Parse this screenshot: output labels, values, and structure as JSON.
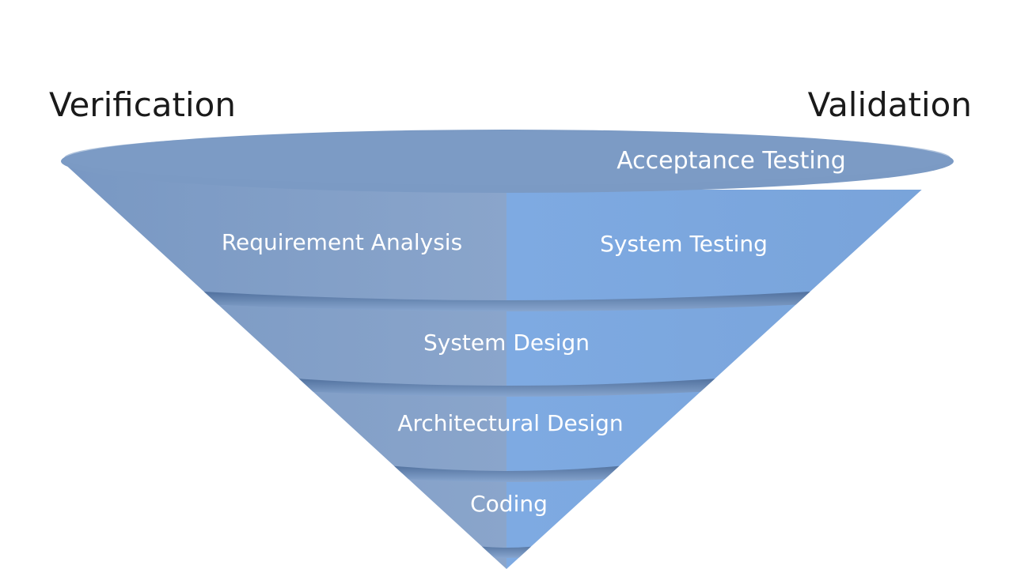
{
  "headings": {
    "left": "Verification",
    "right": "Validation"
  },
  "layers": {
    "acceptance_testing": "Acceptance Testing",
    "requirement_analysis": "Requirement Analysis",
    "system_testing": "System Testing",
    "system_design": "System Design",
    "architectural_design": "Architectural Design",
    "coding": "Coding"
  },
  "colors": {
    "left_fill": "#7e9dc6",
    "right_fill": "#7ea7dc",
    "top_ellipse": "#7b9ac4",
    "band_dark": "#5a7aa6",
    "text": "#ffffff",
    "heading_text": "#1a1a1a"
  }
}
